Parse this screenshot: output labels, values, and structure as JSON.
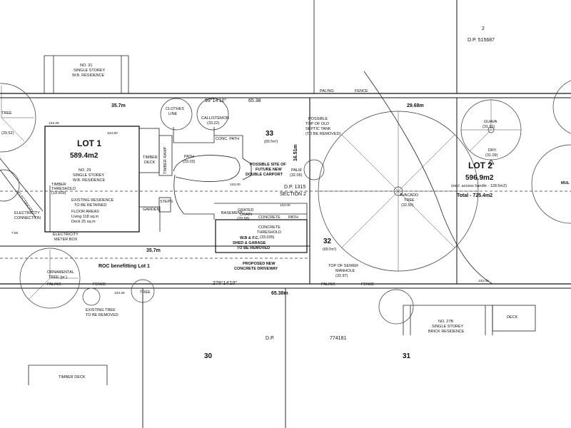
{
  "sheet": {
    "dp_top": "D.P. 515687",
    "lot_2_top": "2",
    "dp_bottom": "D.P.",
    "dp_bottom_no": "774181",
    "lot_30": "30",
    "lot_31": "31",
    "lot_32": "32",
    "lot_32_area": "(657m²)",
    "lot_33": "33",
    "lot_33_area": "(657m²)",
    "dp_section": "D.P. 1315",
    "section": "SECTION 2"
  },
  "dimensions": {
    "lot1_width_top": "35.7m",
    "lot1_width_bottom": "35.7m",
    "bearing_top": "99°14'10\"",
    "length_top": "65.38",
    "bearing_bottom": "279°14'10\"",
    "length_bottom": "65.38m",
    "lot2_width": "29.68m",
    "side_depth": "16.51m"
  },
  "lots": [
    {
      "name": "LOT 1",
      "area": "589.4m2"
    },
    {
      "name": "LOT 2",
      "area": "596.9m2",
      "note": "(excl. access handle - 128.5m2)",
      "total": "Total - 725.4m2"
    }
  ],
  "neighbours": {
    "top": [
      "NO. 31",
      "SINGLE STOREY",
      "W.B. RESIDENCE"
    ],
    "bottom": [
      "NO. 27B",
      "SINGLE STOREY",
      "BRICK RESIDENCE"
    ],
    "bottom_deck": "DECK",
    "timber_deck": "TIMBER DECK"
  },
  "residence": {
    "lines": [
      "NO. 29",
      "SINGLE STOREY",
      "W.B. RESIDENCE"
    ],
    "threshold": [
      "TIMBER",
      "THRESHOLD",
      "(19.509)"
    ],
    "retained": [
      "EXISTING RESIDENCE",
      "TO BE RETAINED"
    ],
    "floor_areas": "FLOOR AREAS",
    "living": "Living   118 sq.m",
    "deck": "Deck     25 sq.m"
  },
  "labels": {
    "timber_deck": [
      "TIMBER",
      "DECK"
    ],
    "timber_ramp": "TIMBER RAMP",
    "clothes_line": [
      "CLOTHES",
      "LINE"
    ],
    "calliste": [
      "CALLISTEMON",
      "(33.22)"
    ],
    "conc_path": "CONC. PATH",
    "path": [
      "PATH",
      "(33.03)"
    ],
    "carport": [
      "POSSIBLE SITE OF",
      "FUTURE NEW",
      "DOUBLE CARPORT"
    ],
    "septic": [
      "POSSIBLE",
      "TOP OF OLD",
      "SEPTIC TANK",
      "(TO BE REMOVED)"
    ],
    "palm": [
      "PALM",
      "(32.05)"
    ],
    "avocado": [
      "AVACADO",
      "TREE",
      "(32.50)"
    ],
    "guava": [
      "GUAVA",
      "(31.51)"
    ],
    "dry": [
      "DRY.",
      "(31.09)"
    ],
    "garden": "GARDEN",
    "steps": "STEPS",
    "basement": [
      "BASEMENT",
      "GRATED",
      "DRAIN",
      "(29.68)"
    ],
    "concrete": "CONCRETE",
    "path_mid": "PATH",
    "conc_threshold": [
      "CONCRETE",
      "THRESHOLD",
      "(33.035)"
    ],
    "shed": [
      "W.B & F.C.",
      "SHED & GARAGE",
      "TO BE REMOVED"
    ],
    "driveway": [
      "PROPOSED NEW",
      "CONCRETE DRIVEWAY"
    ],
    "roc": "ROC benefitting Lot 1",
    "electricity_conn": [
      "ELECTRICITY",
      "CONNECTION"
    ],
    "electricity_box": [
      "ELECTRICITY",
      "METER BOX"
    ],
    "electricity_left": "ELECTRICITY",
    "ornamental": [
      "ORNAMENTAL",
      "TREE (pr.)"
    ],
    "existing_tree": [
      "EXISTING TREE",
      "TO BE REMOVED"
    ],
    "tree_small": "TREE",
    "sewer": [
      "TOP OF SEWER",
      "MANHOLE",
      "(32.97)"
    ],
    "paling_top": "PALING",
    "fence_top": "FENCE",
    "paling_bottom_left": "PALING",
    "fence_bottom_left": "FENCE",
    "paling_bottom_right": "PALING",
    "fence_bottom_right": "FENCE",
    "mul": "MUL",
    "tree_left": "TREE",
    "tree_left_lvl": "(33.52)",
    "spot_1": "133.25",
    "spot_2": "133.50",
    "spot_3": "133.25",
    "spot_4": "132.00",
    "spot_5": "7.60",
    "spot_6": "133.00",
    "spot_7": "133.00"
  }
}
